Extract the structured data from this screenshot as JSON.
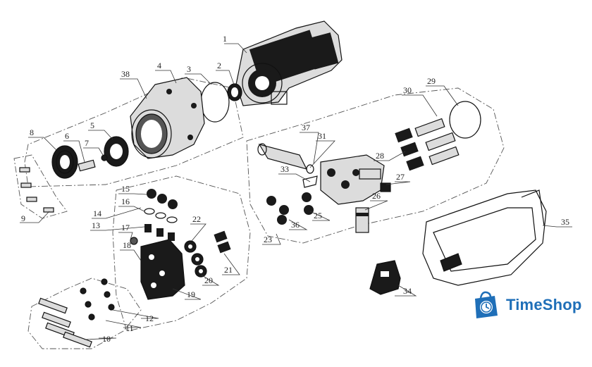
{
  "parts": [
    {
      "id": "part-1",
      "label": "1"
    },
    {
      "id": "part-2",
      "label": "2"
    },
    {
      "id": "part-3",
      "label": "3"
    },
    {
      "id": "part-4",
      "label": "4"
    },
    {
      "id": "part-5",
      "label": "5"
    },
    {
      "id": "part-6",
      "label": "6"
    },
    {
      "id": "part-7",
      "label": "7"
    },
    {
      "id": "part-8",
      "label": "8"
    },
    {
      "id": "part-9",
      "label": "9"
    },
    {
      "id": "part-10",
      "label": "10"
    },
    {
      "id": "part-11",
      "label": "11"
    },
    {
      "id": "part-12",
      "label": "12"
    },
    {
      "id": "part-13",
      "label": "13"
    },
    {
      "id": "part-14",
      "label": "14"
    },
    {
      "id": "part-15",
      "label": "15"
    },
    {
      "id": "part-16",
      "label": "16"
    },
    {
      "id": "part-17",
      "label": "17"
    },
    {
      "id": "part-18",
      "label": "18"
    },
    {
      "id": "part-19",
      "label": "19"
    },
    {
      "id": "part-20",
      "label": "20"
    },
    {
      "id": "part-21",
      "label": "21"
    },
    {
      "id": "part-22",
      "label": "22"
    },
    {
      "id": "part-23",
      "label": "23"
    },
    {
      "id": "part-25",
      "label": "25"
    },
    {
      "id": "part-26",
      "label": "26"
    },
    {
      "id": "part-27",
      "label": "27"
    },
    {
      "id": "part-28",
      "label": "28"
    },
    {
      "id": "part-29",
      "label": "29"
    },
    {
      "id": "part-30",
      "label": "30"
    },
    {
      "id": "part-31",
      "label": "31"
    },
    {
      "id": "part-33",
      "label": "33"
    },
    {
      "id": "part-34",
      "label": "34"
    },
    {
      "id": "part-35",
      "label": "35"
    },
    {
      "id": "part-36",
      "label": "36"
    },
    {
      "id": "part-37",
      "label": "37"
    },
    {
      "id": "part-38",
      "label": "38"
    }
  ],
  "watermark": {
    "brand": "TimeShop",
    "icon": "shopping-bag-clock-icon",
    "color": "#1f6fb8"
  }
}
